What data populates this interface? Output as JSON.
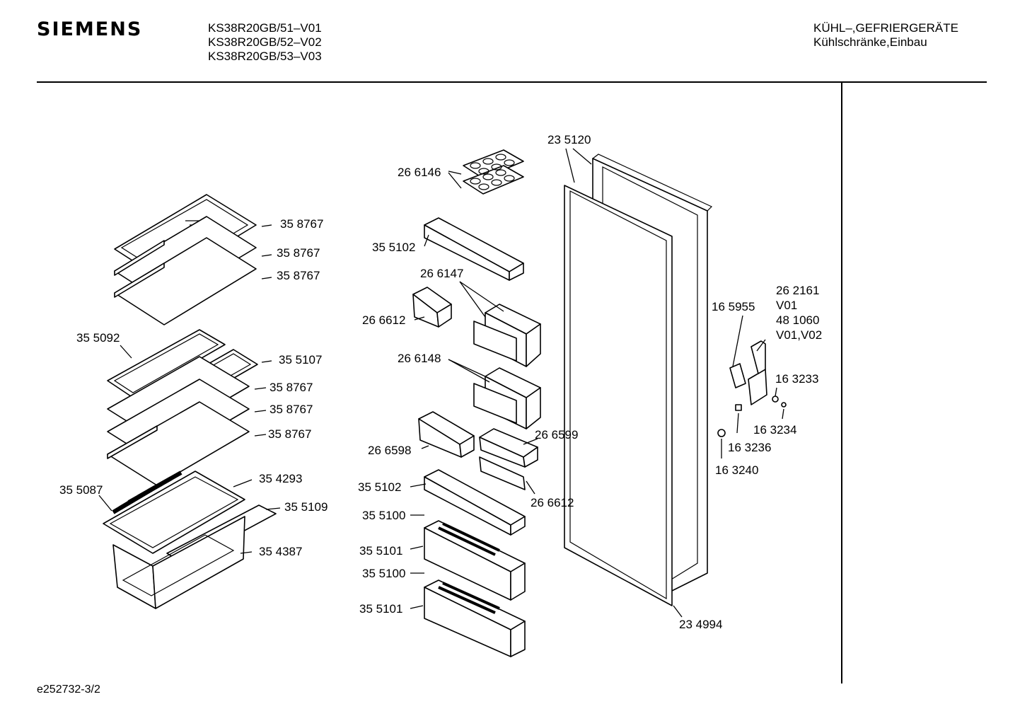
{
  "header": {
    "brand": "SIEMENS",
    "models": [
      "KS38R20GB/51–V01",
      "KS38R20GB/52–V02",
      "KS38R20GB/53–V03"
    ],
    "category_line1": "KÜHL–,GEFRIERGERÄTE",
    "category_line2": "Kühlschränke,Einbau"
  },
  "footer": {
    "doc_ref": "e252732-3/2"
  },
  "part_labels": {
    "door_frame": "23 5120",
    "egg_tray": "26 6146",
    "bottle_shelf_upper": "35 5102",
    "butter_box_a": "26 6147",
    "small_shelf_left": "26 6612",
    "butter_box_b": "26 6148",
    "small_tray_left": "26 6598",
    "small_tray_right": "26 6599",
    "small_tray_right_lower": "26 6612",
    "bottle_shelf_lower": "35 5102",
    "bottle_rack_1": "35 5100",
    "bottle_tray_1": "35 5101",
    "bottle_rack_2": "35 5100",
    "bottle_tray_2": "35 5101",
    "door_gasket": "23 4994",
    "glass_shelf_1": "35 8767",
    "glass_shelf_2": "35 8767",
    "glass_shelf_3": "35 8767",
    "split_shelf_left": "35 5092",
    "split_shelf_right": "35 5107",
    "glass_shelf_4": "35 8767",
    "glass_shelf_5": "35 8767",
    "glass_shelf_6": "35 8767",
    "crisper_grid": "35 5087",
    "crisper_cover": "35 4293",
    "crisper_plate": "35 5109",
    "crisper_drawer": "35 4387",
    "hinge_screw": "16 5955",
    "hinge_part": "26 2161",
    "hinge_part_variant": "V01",
    "hinge_bracket": "48 1060",
    "hinge_bracket_variant": "V01,V02",
    "screw_a": "16 3233",
    "washer": "16 3234",
    "pin": "16 3236",
    "cap": "16 3240"
  }
}
